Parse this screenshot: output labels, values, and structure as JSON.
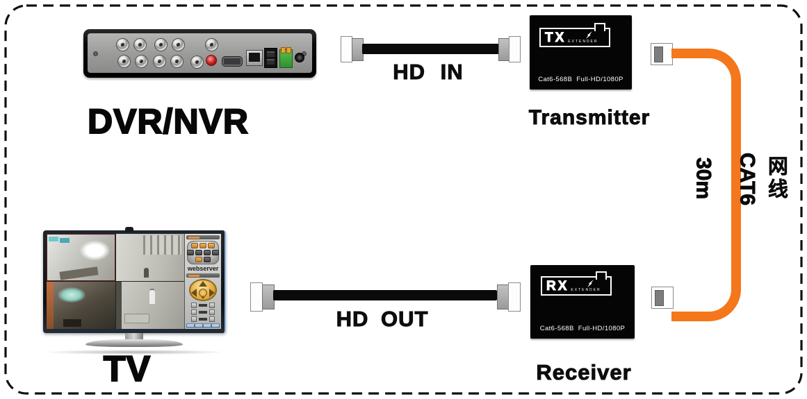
{
  "diagram": {
    "dvr": {
      "label": "DVR/NVR"
    },
    "hd_in": {
      "label": "HD IN"
    },
    "transmitter": {
      "title": "Transmitter",
      "logo_main": "TX",
      "logo_sub": "EXTENDER",
      "spec": "Cat6-568B  Full-HD/1080P"
    },
    "cat6_link": {
      "length_label": "30m",
      "cable_type": "CAT6",
      "cable_type_cn": "网线"
    },
    "receiver": {
      "title": "Receiver",
      "logo_main": "RX",
      "logo_sub": "EXTENDER",
      "spec": "Cat6-568B  Full-HD/1080P"
    },
    "hd_out": {
      "label": "HD OUT"
    },
    "tv": {
      "label": "TV",
      "webserver_label": "webserver"
    },
    "colors": {
      "cable_orange": "#F4771C",
      "device_black": "#050505"
    }
  }
}
